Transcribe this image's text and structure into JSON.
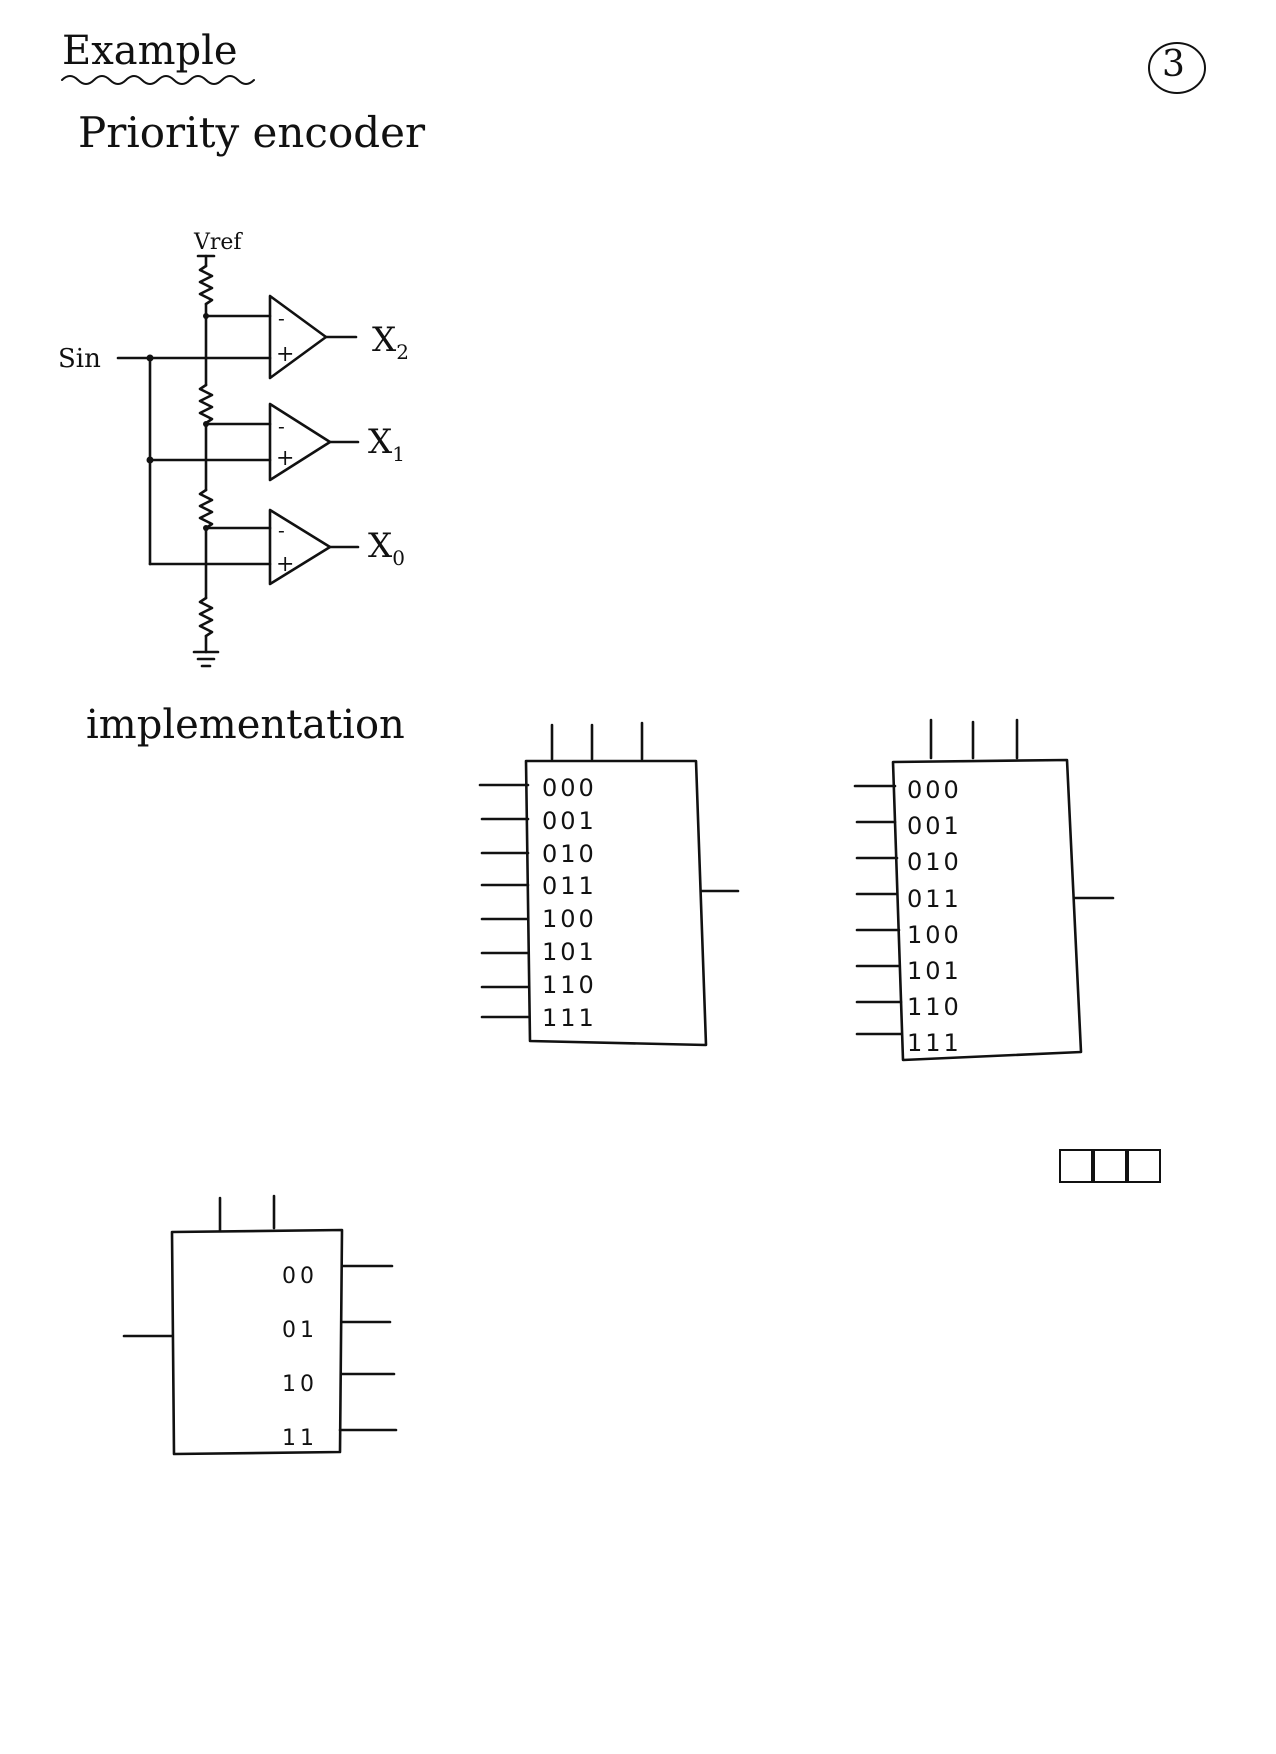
{
  "header": {
    "example_label": "Example",
    "title": "Priority encoder",
    "page_number": "3"
  },
  "circuit": {
    "reference_label": "Vref",
    "input_label": "Sin",
    "comparator_minus": "-",
    "comparator_plus": "+",
    "outputs": [
      {
        "name": "X",
        "sub": "2"
      },
      {
        "name": "X",
        "sub": "1"
      },
      {
        "name": "X",
        "sub": "0"
      }
    ]
  },
  "implementation": {
    "label": "implementation",
    "mux_a_codes": [
      "000",
      "001",
      "010",
      "011",
      "100",
      "101",
      "110",
      "111"
    ],
    "mux_b_codes": [
      "000",
      "001",
      "010",
      "011",
      "100",
      "101",
      "110",
      "111"
    ],
    "decoder_codes": [
      "00",
      "01",
      "10",
      "11"
    ]
  }
}
